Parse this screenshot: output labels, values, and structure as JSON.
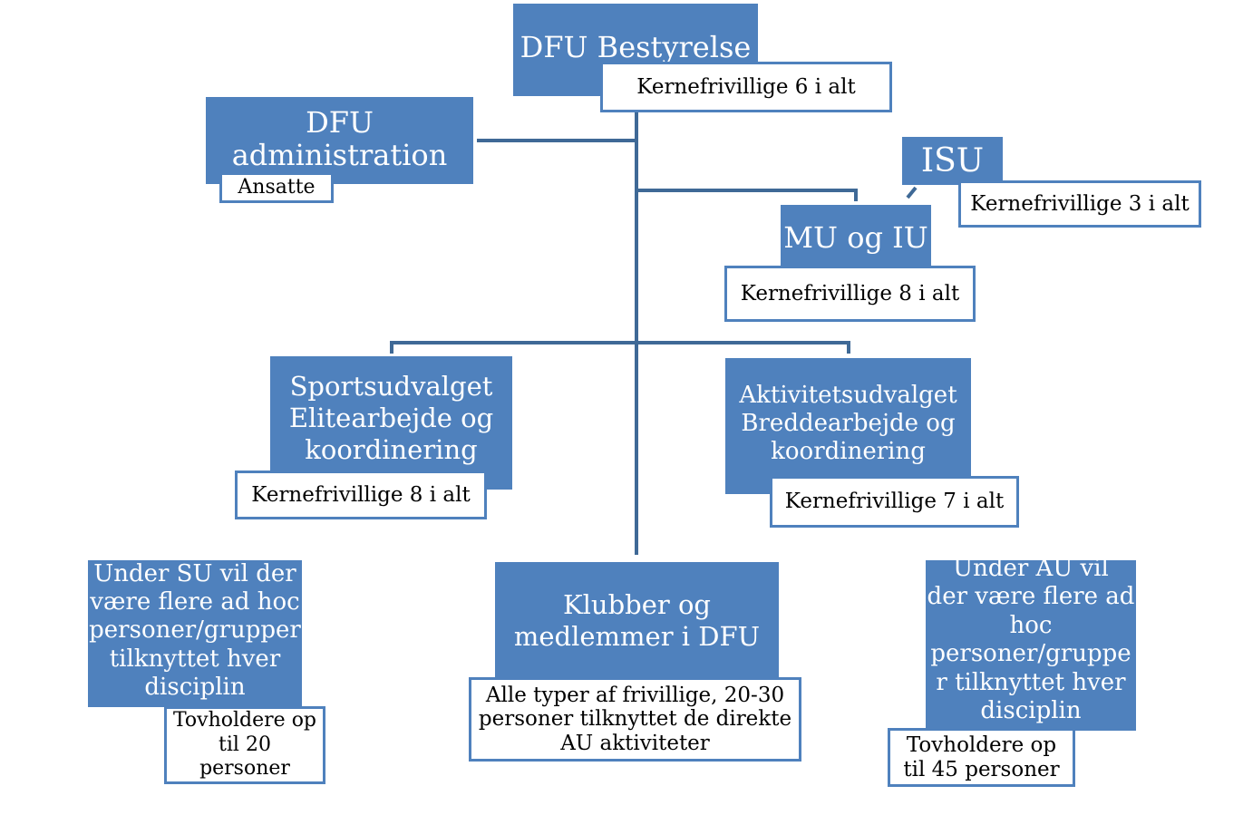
{
  "nodes": {
    "bestyrelse": {
      "title": "DFU Bestyrelse",
      "sub": "Kernefrivillige 6 i alt"
    },
    "administration": {
      "title_line1": "DFU",
      "title_line2": "administration",
      "sub": "Ansatte"
    },
    "isu": {
      "title": "ISU",
      "sub": "Kernefrivillige 3  i alt"
    },
    "mu_iu": {
      "title": "MU og IU",
      "sub": "Kernefrivillige 8 i alt"
    },
    "sportsudvalget": {
      "title_line1": "Sportsudvalget",
      "title_line2": "Elitearbejde og",
      "title_line3": "koordinering",
      "sub": "Kernefrivillige 8 i alt"
    },
    "aktivitetsudvalget": {
      "title_line1": "Aktivitetsudvalget",
      "title_line2": "Breddearbejde og",
      "title_line3": "koordinering",
      "sub": "Kernefrivillige 7 i alt"
    },
    "under_su": {
      "line1": "Under SU vil der",
      "line2": "være flere ad hoc",
      "line3": "personer/grupper",
      "line4": "tilknyttet hver",
      "line5": "disciplin",
      "sub_line1": "Tovholdere op",
      "sub_line2": "til 20",
      "sub_line3": "personer"
    },
    "klubber": {
      "title_line1": "Klubber og",
      "title_line2": "medlemmer i DFU",
      "sub_line1": "Alle typer af frivillige, 20-30",
      "sub_line2": "personer tilknyttet de direkte",
      "sub_line3": "AU aktiviteter"
    },
    "under_au": {
      "line1": "Under AU vil",
      "line2": "der være flere ad",
      "line3": "hoc",
      "line4": "personer/gruppe",
      "line5": "r tilknyttet hver",
      "line6": "disciplin",
      "sub_line1": "Tovholdere op",
      "sub_line2": "til 45 personer"
    }
  },
  "colors": {
    "node_fill": "#4f81bd",
    "connector": "#3f6996",
    "sub_border": "#4f81bd"
  }
}
